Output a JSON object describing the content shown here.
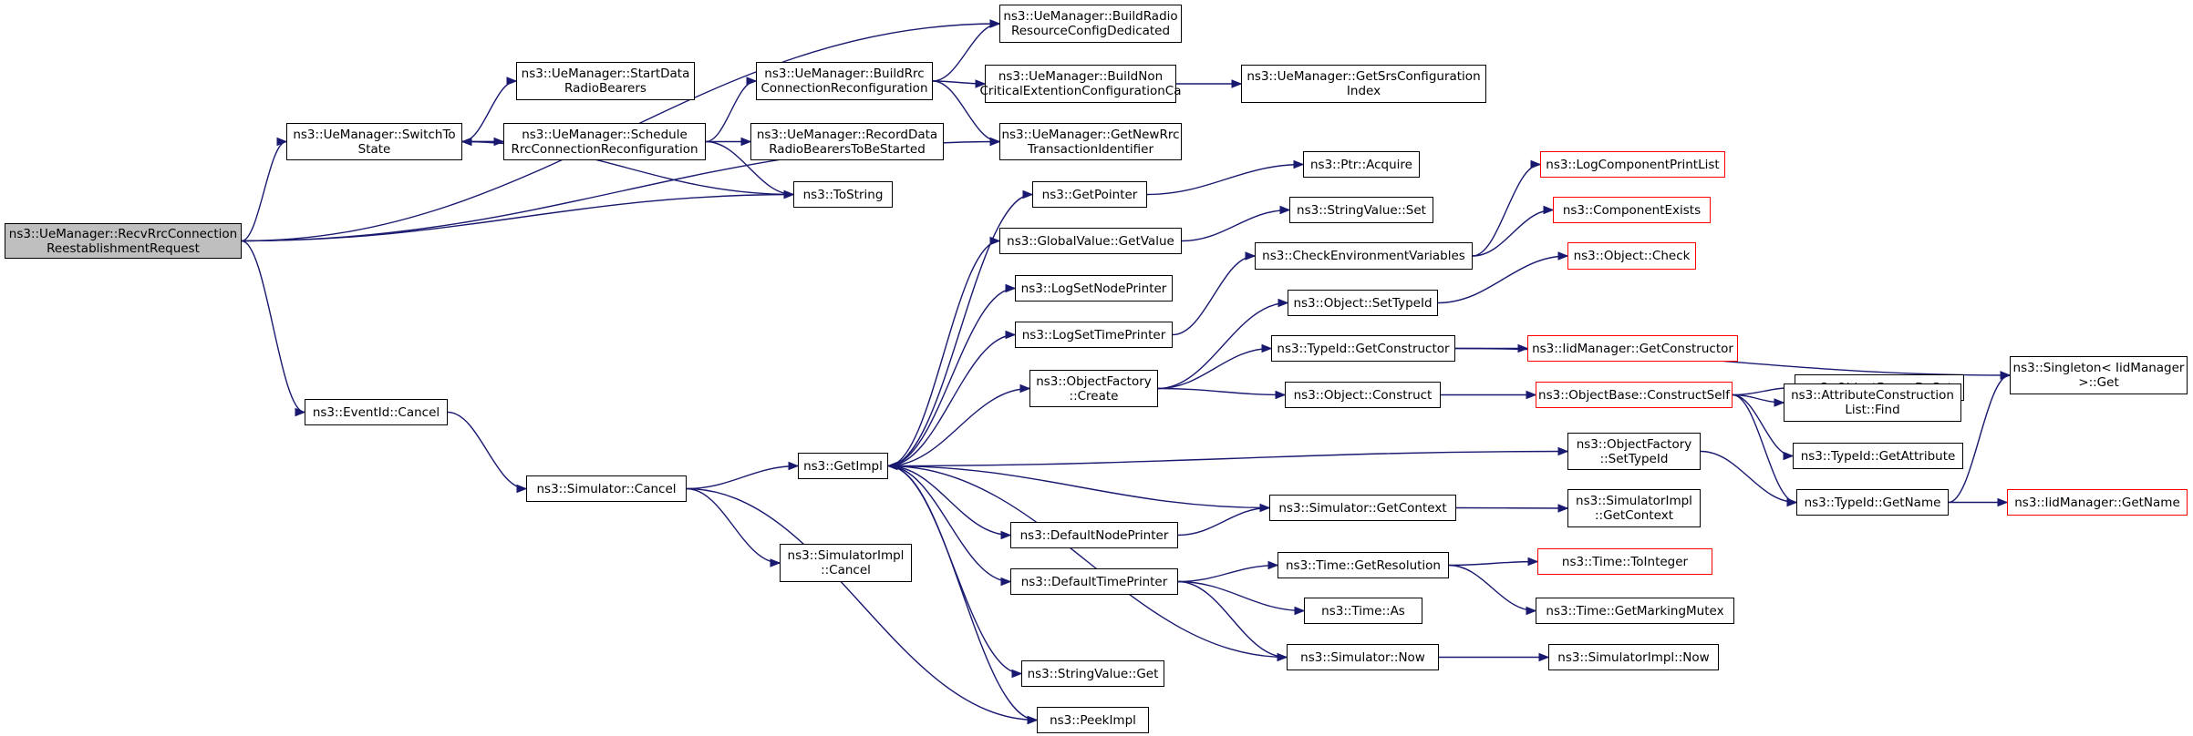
{
  "graph": {
    "colors": {
      "edge": "#191970",
      "node_border": "#000000",
      "truncated_border": "#ff0000",
      "root_fill": "#bfbfbf"
    },
    "nodes": [
      {
        "id": "recv",
        "label": "ns3::UeManager::RecvRrcConnection\nReestablishmentRequest",
        "style": "root"
      },
      {
        "id": "buildRadio",
        "label": "ns3::UeManager::BuildRadio\nResourceConfigDedicated",
        "style": "normal"
      },
      {
        "id": "startData",
        "label": "ns3::UeManager::StartData\nRadioBearers",
        "style": "normal"
      },
      {
        "id": "buildRrc",
        "label": "ns3::UeManager::BuildRrc\nConnectionReconfiguration",
        "style": "normal"
      },
      {
        "id": "buildNon",
        "label": "ns3::UeManager::BuildNon\nCriticalExtentionConfigurationCa",
        "style": "normal"
      },
      {
        "id": "getSrs",
        "label": "ns3::UeManager::GetSrsConfiguration\nIndex",
        "style": "normal"
      },
      {
        "id": "switchTo",
        "label": "ns3::UeManager::SwitchTo\nState",
        "style": "normal"
      },
      {
        "id": "schedule",
        "label": "ns3::UeManager::Schedule\nRrcConnectionReconfiguration",
        "style": "normal"
      },
      {
        "id": "recordData",
        "label": "ns3::UeManager::RecordData\nRadioBearersToBeStarted",
        "style": "normal"
      },
      {
        "id": "getNewRrc",
        "label": "ns3::UeManager::GetNewRrc\nTransactionIdentifier",
        "style": "normal"
      },
      {
        "id": "toString",
        "label": "ns3::ToString",
        "style": "normal"
      },
      {
        "id": "ptrAcquire",
        "label": "ns3::Ptr::Acquire",
        "style": "normal"
      },
      {
        "id": "getPointer",
        "label": "ns3::GetPointer",
        "style": "normal"
      },
      {
        "id": "logCompPrint",
        "label": "ns3::LogComponentPrintList",
        "style": "truncated"
      },
      {
        "id": "compExists",
        "label": "ns3::ComponentExists",
        "style": "truncated"
      },
      {
        "id": "globalGetValue",
        "label": "ns3::GlobalValue::GetValue",
        "style": "normal"
      },
      {
        "id": "stringValueSet",
        "label": "ns3::StringValue::Set",
        "style": "normal"
      },
      {
        "id": "checkEnv",
        "label": "ns3::CheckEnvironmentVariables",
        "style": "normal"
      },
      {
        "id": "objCheck",
        "label": "ns3::Object::Check",
        "style": "truncated"
      },
      {
        "id": "logSetNode",
        "label": "ns3::LogSetNodePrinter",
        "style": "normal"
      },
      {
        "id": "logSetTime",
        "label": "ns3::LogSetTimePrinter",
        "style": "normal"
      },
      {
        "id": "objSetTypeId",
        "label": "ns3::Object::SetTypeId",
        "style": "normal"
      },
      {
        "id": "typeIdGetCtor",
        "label": "ns3::TypeId::GetConstructor",
        "style": "normal"
      },
      {
        "id": "iidGetCtor",
        "label": "ns3::IidManager::GetConstructor",
        "style": "truncated"
      },
      {
        "id": "objFactCreate",
        "label": "ns3::ObjectFactory\n::Create",
        "style": "normal"
      },
      {
        "id": "objBaseDoSet",
        "label": "ns3::ObjectBase::DoSet",
        "style": "normal"
      },
      {
        "id": "singletonGet",
        "label": "ns3::Singleton< IidManager\n>::Get",
        "style": "normal"
      },
      {
        "id": "objConstruct",
        "label": "ns3::Object::Construct",
        "style": "normal"
      },
      {
        "id": "constructSelf",
        "label": "ns3::ObjectBase::ConstructSelf",
        "style": "truncated"
      },
      {
        "id": "attrFind",
        "label": "ns3::AttributeConstruction\nList::Find",
        "style": "normal"
      },
      {
        "id": "eventCancel",
        "label": "ns3::EventId::Cancel",
        "style": "normal"
      },
      {
        "id": "objFactSetTypeId",
        "label": "ns3::ObjectFactory\n::SetTypeId",
        "style": "normal"
      },
      {
        "id": "typeIdGetAttr",
        "label": "ns3::TypeId::GetAttribute",
        "style": "normal"
      },
      {
        "id": "getImpl",
        "label": "ns3::GetImpl",
        "style": "normal"
      },
      {
        "id": "simCancel",
        "label": "ns3::Simulator::Cancel",
        "style": "normal"
      },
      {
        "id": "simGetContext",
        "label": "ns3::Simulator::GetContext",
        "style": "normal"
      },
      {
        "id": "simImplGetContext",
        "label": "ns3::SimulatorImpl\n::GetContext",
        "style": "normal"
      },
      {
        "id": "typeIdGetName",
        "label": "ns3::TypeId::GetName",
        "style": "normal"
      },
      {
        "id": "iidGetName",
        "label": "ns3::IidManager::GetName",
        "style": "truncated"
      },
      {
        "id": "defNodePrinter",
        "label": "ns3::DefaultNodePrinter",
        "style": "normal"
      },
      {
        "id": "simImplCancel",
        "label": "ns3::SimulatorImpl\n::Cancel",
        "style": "normal"
      },
      {
        "id": "timeGetRes",
        "label": "ns3::Time::GetResolution",
        "style": "normal"
      },
      {
        "id": "timeToInteger",
        "label": "ns3::Time::ToInteger",
        "style": "truncated"
      },
      {
        "id": "defTimePrinter",
        "label": "ns3::DefaultTimePrinter",
        "style": "normal"
      },
      {
        "id": "timeAs",
        "label": "ns3::Time::As",
        "style": "normal"
      },
      {
        "id": "timeMutex",
        "label": "ns3::Time::GetMarkingMutex",
        "style": "normal"
      },
      {
        "id": "simNow",
        "label": "ns3::Simulator::Now",
        "style": "normal"
      },
      {
        "id": "simImplNow",
        "label": "ns3::SimulatorImpl::Now",
        "style": "normal"
      },
      {
        "id": "stringValueGet",
        "label": "ns3::StringValue::Get",
        "style": "normal"
      },
      {
        "id": "peekImpl",
        "label": "ns3::PeekImpl",
        "style": "normal"
      }
    ],
    "edges": [
      [
        "recv",
        "buildRadio"
      ],
      [
        "recv",
        "switchTo"
      ],
      [
        "recv",
        "toString"
      ],
      [
        "recv",
        "getNewRrc"
      ],
      [
        "recv",
        "eventCancel"
      ],
      [
        "switchTo",
        "startData"
      ],
      [
        "switchTo",
        "schedule"
      ],
      [
        "switchTo",
        "toString"
      ],
      [
        "schedule",
        "switchTo"
      ],
      [
        "schedule",
        "buildRrc"
      ],
      [
        "schedule",
        "recordData"
      ],
      [
        "schedule",
        "toString"
      ],
      [
        "buildRrc",
        "buildRadio"
      ],
      [
        "buildRrc",
        "buildNon"
      ],
      [
        "buildRrc",
        "getNewRrc"
      ],
      [
        "buildNon",
        "getSrs"
      ],
      [
        "eventCancel",
        "simCancel"
      ],
      [
        "simCancel",
        "getImpl"
      ],
      [
        "simCancel",
        "simImplCancel"
      ],
      [
        "simCancel",
        "peekImpl"
      ],
      [
        "getImpl",
        "getPointer"
      ],
      [
        "getImpl",
        "globalGetValue"
      ],
      [
        "getImpl",
        "logSetNode"
      ],
      [
        "getImpl",
        "logSetTime"
      ],
      [
        "getImpl",
        "objFactCreate"
      ],
      [
        "getImpl",
        "objFactSetTypeId"
      ],
      [
        "getImpl",
        "defNodePrinter"
      ],
      [
        "getImpl",
        "defTimePrinter"
      ],
      [
        "getImpl",
        "stringValueGet"
      ],
      [
        "getImpl",
        "peekImpl"
      ],
      [
        "getPointer",
        "ptrAcquire"
      ],
      [
        "globalGetValue",
        "stringValueSet"
      ],
      [
        "logSetTime",
        "checkEnv"
      ],
      [
        "checkEnv",
        "logCompPrint"
      ],
      [
        "checkEnv",
        "compExists"
      ],
      [
        "objFactCreate",
        "objSetTypeId"
      ],
      [
        "objFactCreate",
        "typeIdGetCtor"
      ],
      [
        "objFactCreate",
        "objConstruct"
      ],
      [
        "objSetTypeId",
        "objCheck"
      ],
      [
        "typeIdGetCtor",
        "iidGetCtor"
      ],
      [
        "typeIdGetCtor",
        "singletonGet"
      ],
      [
        "objConstruct",
        "constructSelf"
      ],
      [
        "constructSelf",
        "objBaseDoSet"
      ],
      [
        "constructSelf",
        "attrFind"
      ],
      [
        "constructSelf",
        "typeIdGetAttr"
      ],
      [
        "constructSelf",
        "typeIdGetName"
      ],
      [
        "objFactSetTypeId",
        "typeIdGetName"
      ],
      [
        "typeIdGetName",
        "singletonGet"
      ],
      [
        "typeIdGetName",
        "iidGetName"
      ],
      [
        "simGetContext",
        "getImpl"
      ],
      [
        "simGetContext",
        "simImplGetContext"
      ],
      [
        "defNodePrinter",
        "simGetContext"
      ],
      [
        "defTimePrinter",
        "timeGetRes"
      ],
      [
        "defTimePrinter",
        "timeAs"
      ],
      [
        "defTimePrinter",
        "simNow"
      ],
      [
        "timeGetRes",
        "timeToInteger"
      ],
      [
        "timeGetRes",
        "timeMutex"
      ],
      [
        "simNow",
        "getImpl"
      ],
      [
        "simNow",
        "simImplNow"
      ]
    ]
  }
}
